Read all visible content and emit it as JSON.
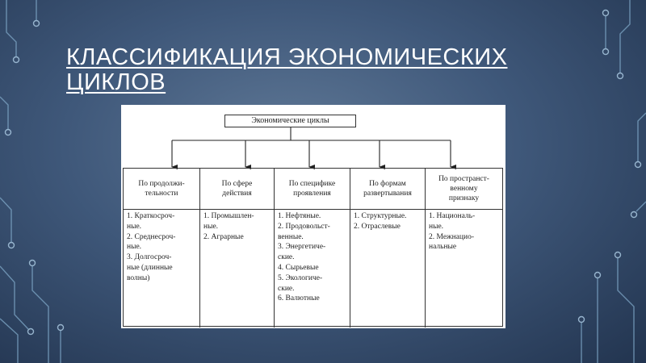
{
  "slide": {
    "title": "КЛАССИФИКАЦИЯ ЭКОНОМИЧЕСКИХ ЦИКЛОВ",
    "background_color": "#3f587a",
    "decoration": "circuit-lines"
  },
  "diagram": {
    "root": "Экономические циклы",
    "columns": [
      {
        "header": "По продолжи-\nтельности",
        "items": [
          "1. Краткосроч-\nные.",
          "2. Среднесроч-\nные.",
          "3. Долгосроч-\nные (длинные\nволны)"
        ]
      },
      {
        "header": "По сфере\nдействия",
        "items": [
          "1. Промышлен-\nные.",
          "2. Аграрные"
        ]
      },
      {
        "header": "По специфике\nпроявления",
        "items": [
          "1. Нефтяные.",
          "2. Продовольст-\nвенные.",
          "3. Энергетиче-\nские.",
          "4. Сырьевые",
          "5. Экологиче-\nские.",
          "6. Валютные"
        ]
      },
      {
        "header": "По формам\nразвертывания",
        "items": [
          "1. Структурные.",
          "2. Отраслевые"
        ]
      },
      {
        "header": "По пространст-\nвенному\nпризнаку",
        "items": [
          "1. Националь-\nные.",
          "2. Межнацио-\nнальные"
        ]
      }
    ]
  }
}
